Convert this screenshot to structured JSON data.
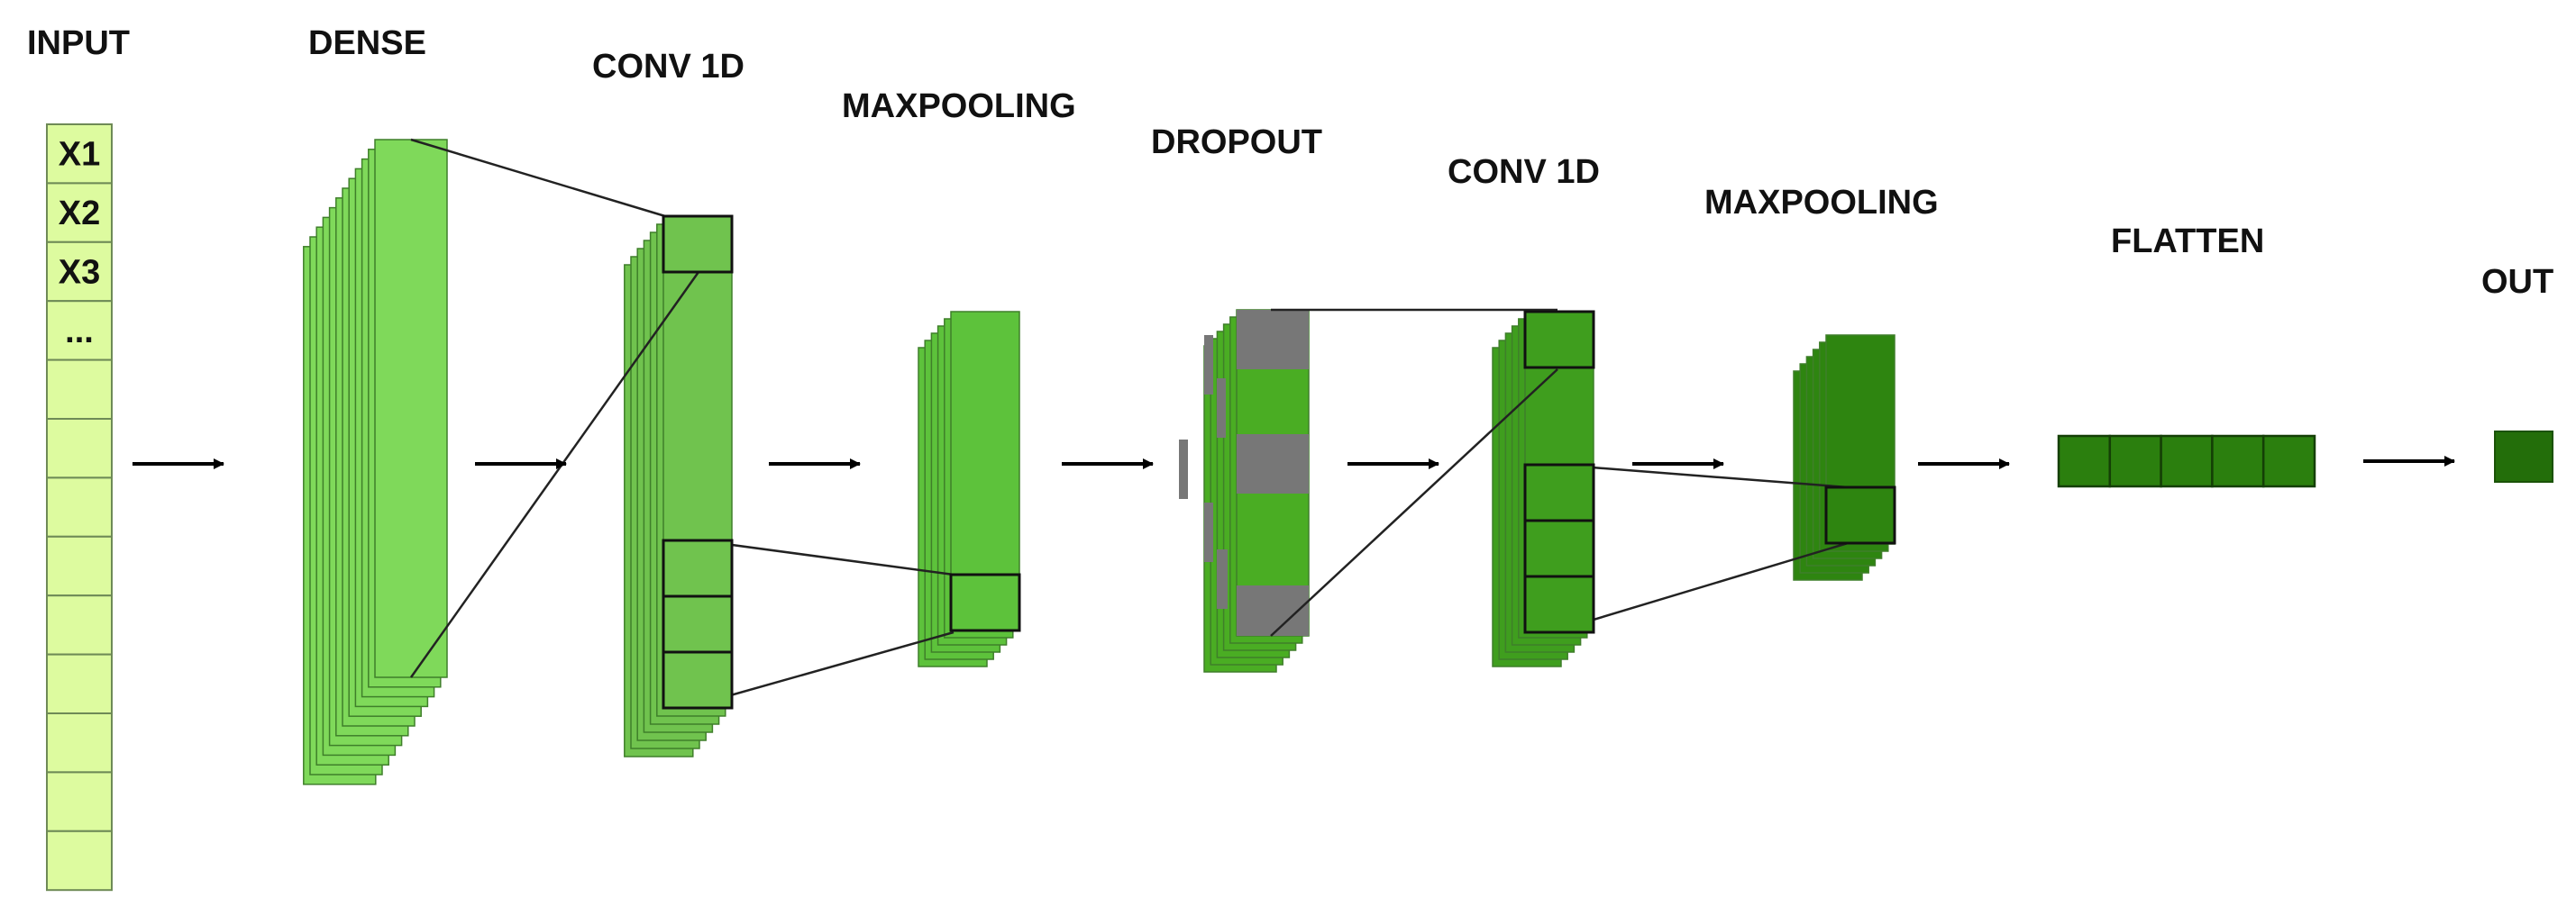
{
  "labels": {
    "input": "INPUT",
    "dense": "DENSE",
    "conv1": "CONV 1D",
    "maxpool1": "MAXPOOLING",
    "dropout": "DROPOUT",
    "conv2": "CONV 1D",
    "maxpool2": "MAXPOOLING",
    "flatten": "FLATTEN",
    "out": "OUT"
  },
  "input_cells": [
    "X1",
    "X2",
    "X3",
    "..."
  ],
  "colors": {
    "input": "#ddfb9f",
    "dense": "#7fd95a",
    "conv1": "#70c34e",
    "maxpool1": "#5dc23b",
    "dropout": "#4aad23",
    "dropout_gray": "#777777",
    "conv2": "#3f9e1e",
    "maxpool2": "#2e8510",
    "flatten": "#2b7f0e",
    "out": "#236e0a"
  }
}
